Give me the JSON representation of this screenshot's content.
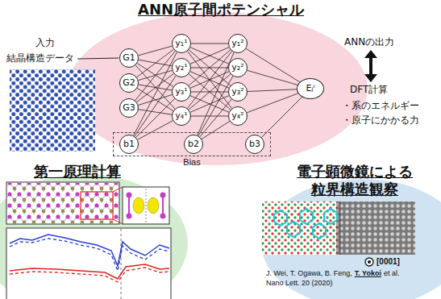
{
  "diagram": {
    "nodes": [
      {
        "text": [
          "G1"
        ]
      },
      {
        "text": [
          "G2"
        ]
      },
      {
        "text": [
          "G3"
        ]
      },
      {
        "text": [
          "Bias"
        ]
      },
      {
        "text": [
          "b1"
        ],
        "in": 3
      },
      {
        "text": [
          "y₁¹"
        ]
      },
      {
        "text": [
          "y₂¹"
        ]
      },
      {
        "text": [
          "y₃¹"
        ]
      },
      {
        "text": [
          "y₄¹"
        ]
      },
      {
        "text": [
          "b2"
        ],
        "in": 3
      },
      {
        "text": [
          "y₁²"
        ]
      },
      {
        "text": [
          "y₂²"
        ]
      },
      {
        "text": [
          "y₃²"
        ]
      },
      {
        "text": [
          "y₄²"
        ]
      },
      {
        "text": [
          "b3"
        ],
        "in": 3
      },
      {
        "text": [
          "Eⱼⁱ"
        ]
      }
    ],
    "edges": [
      {
        "from": 0,
        "to": 5,
        "arrow": "none"
      },
      {
        "from": 0,
        "to": 6,
        "arrow": "none"
      },
      {
        "from": 0,
        "to": 7,
        "arrow": "none"
      },
      {
        "from": 0,
        "to": 8,
        "arrow": "none"
      },
      {
        "from": 1,
        "to": 5,
        "arrow": "none"
      },
      {
        "from": 1,
        "to": 6,
        "arrow": "none"
      },
      {
        "from": 1,
        "to": 7,
        "arrow": "none"
      },
      {
        "from": 1,
        "to": 8,
        "arrow": "none"
      },
      {
        "from": 2,
        "to": 5,
        "arrow": "none"
      },
      {
        "from": 2,
        "to": 6,
        "arrow": "none"
      },
      {
        "from": 2,
        "to": 7,
        "arrow": "none"
      },
      {
        "from": 2,
        "to": 8,
        "arrow": "none"
      },
      {
        "from": 4,
        "to": 5,
        "arrow": "none"
      },
      {
        "from": 4,
        "to": 6,
        "arrow": "none"
      },
      {
        "from": 4,
        "to": 7,
        "arrow": "none"
      },
      {
        "from": 4,
        "to": 8,
        "arrow": "none"
      },
      {
        "from": 5,
        "to": 10,
        "arrow": "none"
      },
      {
        "from": 5,
        "to": 11,
        "arrow": "none"
      },
      {
        "from": 5,
        "to": 12,
        "arrow": "none"
      },
      {
        "from": 5,
        "to": 13,
        "arrow": "none"
      },
      {
        "from": 6,
        "to": 10,
        "arrow": "none"
      },
      {
        "from": 6,
        "to": 11,
        "arrow": "none"
      },
      {
        "from": 6,
        "to": 12,
        "arrow": "none"
      },
      {
        "from": 6,
        "to": 13,
        "arrow": "none"
      },
      {
        "from": 7,
        "to": 10,
        "arrow": "none"
      },
      {
        "from": 7,
        "to": 11,
        "arrow": "none"
      },
      {
        "from": 7,
        "to": 12,
        "arrow": "none"
      },
      {
        "from": 7,
        "to": 13,
        "arrow": "none"
      },
      {
        "from": 8,
        "to": 10,
        "arrow": "none"
      },
      {
        "from": 8,
        "to": 11,
        "arrow": "none"
      },
      {
        "from": 8,
        "to": 12,
        "arrow": "none"
      },
      {
        "from": 8,
        "to": 13,
        "arrow": "none"
      },
      {
        "from": 9,
        "to": 10,
        "arrow": "none"
      },
      {
        "from": 9,
        "to": 11,
        "arrow": "none"
      },
      {
        "from": 9,
        "to": 12,
        "arrow": "none"
      },
      {
        "from": 9,
        "to": 13,
        "arrow": "none"
      },
      {
        "from": 10,
        "to": 15,
        "arrow": "none"
      },
      {
        "from": 11,
        "to": 15,
        "arrow": "none"
      },
      {
        "from": 12,
        "to": 15,
        "arrow": "none"
      },
      {
        "from": 13,
        "to": 15,
        "arrow": "none"
      },
      {
        "from": 14,
        "to": 15,
        "arrow": "none"
      }
    ],
    "labels": [
      "ANN原子間ポテンシャル",
      "入力",
      "結晶構造データ",
      "ANNの出力",
      "DFT計算",
      "・系のエネルギー",
      "・原子にかかる力",
      "第一原理計算",
      "電子顕微鏡による 粒界構造観察",
      "[0001]",
      "J. Wei, T. Ogawa, B. Feng,",
      "T. Yokoi",
      "et al.",
      "Nano Lett. 20 (2020)"
    ]
  }
}
